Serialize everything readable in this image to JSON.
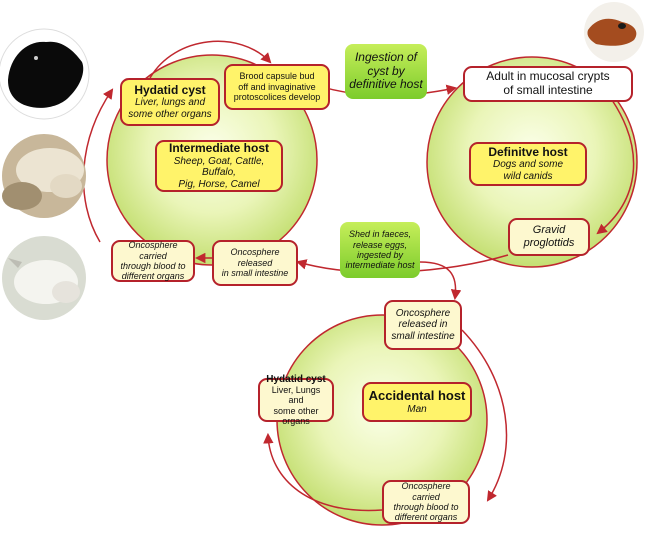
{
  "ingestion": {
    "line1": "Ingestion of",
    "line2": "cyst by",
    "line3": "definitive host"
  },
  "shed": {
    "line1": "Shed in faeces,",
    "line2": "release eggs,",
    "line3": "ingested by",
    "line4": "intermediate host"
  },
  "intermediate": {
    "hydatid_title": "Hydatid cyst",
    "hydatid_body1": "Liver, lungs and",
    "hydatid_body2": "some other organs",
    "brood1": "Brood capsule bud",
    "brood2": "off and invaginative",
    "brood3": "protoscolices develop",
    "host_title": "Intermediate host",
    "host_body1": "Sheep, Goat, Cattle, Buffalo,",
    "host_body2": "Pig, Horse, Camel",
    "onco_blood1": "Oncosphere carried",
    "onco_blood2": "through blood to",
    "onco_blood3": "different organs",
    "onco_intestine1": "Oncosphere",
    "onco_intestine2": "released",
    "onco_intestine3": "in small intestine"
  },
  "definitive": {
    "adult1": "Adult in mucosal crypts",
    "adult2": "of small intestine",
    "host_title": "Definitve host",
    "host_body1": "Dogs and some",
    "host_body2": "wild canids",
    "gravid1": "Gravid",
    "gravid2": "proglottids"
  },
  "accidental": {
    "onco_intestine1": "Oncosphere",
    "onco_intestine2": "released in",
    "onco_intestine3": "small intestine",
    "hydatid_title": "Hydatid cyst",
    "hydatid_body1": "Liver, Lungs and",
    "hydatid_body2": "some other organs",
    "host_title": "Accidental host",
    "host_body": "Man",
    "onco_blood1": "Oncosphere carried",
    "onco_blood2": "through blood to",
    "onco_blood3": "different organs"
  },
  "colors": {
    "arrow": "#c0282f",
    "box_border": "#b5222b",
    "circle_center": "#fbffe6",
    "circle_edge": "#c9e27a",
    "pale_box": "#fdf8cf",
    "yellow_box": "#fff36a",
    "green_box": "#8fd53a"
  },
  "icons": [
    "goat-icon",
    "sheep-icon",
    "cattle-icon",
    "dog-icon"
  ]
}
